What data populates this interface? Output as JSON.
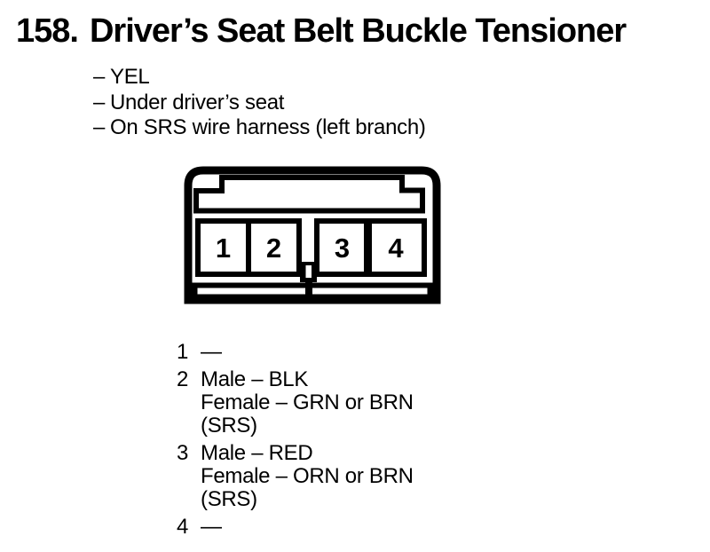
{
  "page": {
    "ink": "#000000",
    "paper": "#ffffff"
  },
  "header": {
    "number": "158.",
    "title": "Driver’s Seat Belt Buckle Tensioner"
  },
  "details": {
    "dash": "–",
    "items": [
      "YEL",
      "Under driver’s seat",
      "On SRS wire harness (left branch)"
    ]
  },
  "connector": {
    "pins": [
      "1",
      "2",
      "3",
      "4"
    ]
  },
  "pinout": {
    "entries": [
      {
        "pin": "1",
        "lines": [
          "—"
        ]
      },
      {
        "pin": "2",
        "lines": [
          "Male – BLK",
          "Female – GRN or BRN",
          "(SRS)"
        ]
      },
      {
        "pin": "3",
        "lines": [
          "Male – RED",
          "Female – ORN or BRN",
          "(SRS)"
        ]
      },
      {
        "pin": "4",
        "lines": [
          "—"
        ]
      }
    ]
  }
}
